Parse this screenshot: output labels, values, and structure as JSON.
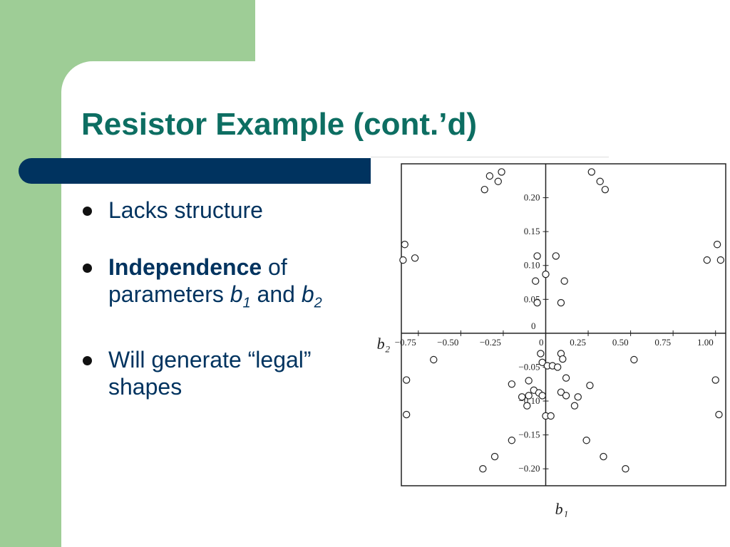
{
  "slide": {
    "title": "Resistor Example (cont.’d)",
    "colors": {
      "title": "#0d6e62",
      "text": "#00335f",
      "green": "#9ecd96",
      "bar": "#00335f"
    }
  },
  "bullets": {
    "b1": {
      "text": "Lacks structure"
    },
    "b2": {
      "bold": "Independence",
      "t1": " of parameters ",
      "v1": "b",
      "s1": "1",
      "t2": " and ",
      "v2": "b",
      "s2": "2"
    },
    "b3": {
      "text": "Will generate “legal” shapes"
    }
  },
  "chart_data": {
    "type": "scatter",
    "xlabel": "b₁",
    "ylabel": "b₂",
    "xlim": [
      -0.85,
      1.06
    ],
    "ylim": [
      -0.225,
      0.25
    ],
    "xticks": [
      {
        "value": -0.75,
        "label": "−0.75"
      },
      {
        "value": -0.5,
        "label": "−0.50"
      },
      {
        "value": -0.25,
        "label": "−0.25"
      },
      {
        "value": 0,
        "label": "0"
      },
      {
        "value": 0.25,
        "label": "0.25"
      },
      {
        "value": 0.5,
        "label": "0.50"
      },
      {
        "value": 0.75,
        "label": "0.75"
      },
      {
        "value": 1.0,
        "label": "1.00"
      }
    ],
    "yticks": [
      {
        "value": 0.2,
        "label": "0.20"
      },
      {
        "value": 0.15,
        "label": "0.15"
      },
      {
        "value": 0.1,
        "label": "0.10"
      },
      {
        "value": 0.05,
        "label": "0.05"
      },
      {
        "value": 0,
        "label": "0"
      },
      {
        "value": -0.05,
        "label": "−0.05"
      },
      {
        "value": -0.1,
        "label": "−0.10"
      },
      {
        "value": -0.15,
        "label": "−0.15"
      },
      {
        "value": -0.2,
        "label": "−0.20"
      }
    ],
    "points": [
      [
        -0.33,
        0.232
      ],
      [
        -0.28,
        0.224
      ],
      [
        -0.26,
        0.238
      ],
      [
        0.27,
        0.238
      ],
      [
        0.32,
        0.224
      ],
      [
        0.35,
        0.212
      ],
      [
        -0.36,
        0.212
      ],
      [
        -0.83,
        0.131
      ],
      [
        -0.84,
        0.108
      ],
      [
        -0.77,
        0.111
      ],
      [
        1.01,
        0.131
      ],
      [
        1.03,
        0.108
      ],
      [
        0.95,
        0.108
      ],
      [
        -0.05,
        0.114
      ],
      [
        0.06,
        0.114
      ],
      [
        0,
        0.087
      ],
      [
        -0.06,
        0.077
      ],
      [
        0.11,
        0.077
      ],
      [
        -0.05,
        0.045
      ],
      [
        0.09,
        0.045
      ],
      [
        -0.03,
        -0.03
      ],
      [
        -0.02,
        -0.043
      ],
      [
        0.09,
        -0.03
      ],
      [
        0.1,
        -0.038
      ],
      [
        0.01,
        -0.048
      ],
      [
        0.04,
        -0.048
      ],
      [
        0.07,
        -0.05
      ],
      [
        -0.66,
        -0.039
      ],
      [
        0.52,
        -0.039
      ],
      [
        -0.82,
        -0.069
      ],
      [
        1.0,
        -0.069
      ],
      [
        -0.2,
        -0.075
      ],
      [
        -0.1,
        -0.07
      ],
      [
        0.12,
        -0.066
      ],
      [
        0.26,
        -0.077
      ],
      [
        -0.07,
        -0.084
      ],
      [
        -0.04,
        -0.088
      ],
      [
        -0.14,
        -0.094
      ],
      [
        -0.1,
        -0.092
      ],
      [
        -0.02,
        -0.092
      ],
      [
        0.09,
        -0.087
      ],
      [
        0.12,
        -0.092
      ],
      [
        0.19,
        -0.094
      ],
      [
        -0.11,
        -0.107
      ],
      [
        0.17,
        -0.107
      ],
      [
        -0.82,
        -0.12
      ],
      [
        1.02,
        -0.12
      ],
      [
        0.0,
        -0.122
      ],
      [
        0.03,
        -0.122
      ],
      [
        -0.2,
        -0.158
      ],
      [
        0.24,
        -0.158
      ],
      [
        -0.3,
        -0.182
      ],
      [
        0.34,
        -0.182
      ],
      [
        -0.37,
        -0.2
      ],
      [
        0.47,
        -0.2
      ]
    ]
  }
}
